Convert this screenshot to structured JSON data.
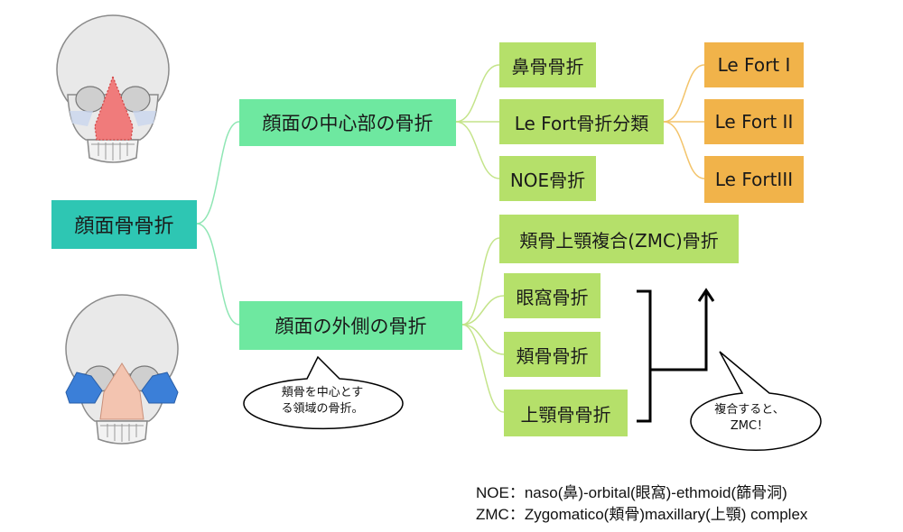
{
  "root": {
    "label": "顔面骨骨折"
  },
  "central": {
    "label": "顔面の中心部の骨折",
    "children": [
      "鼻骨骨折",
      "Le Fort骨折分類",
      "NOE骨折"
    ],
    "lefort": [
      "Le Fort I",
      "Le Fort II",
      "Le FortIII"
    ]
  },
  "lateral": {
    "label": "顔面の外側の骨折",
    "children": [
      "頬骨上顎複合(ZMC)骨折",
      "眼窩骨折",
      "頬骨骨折",
      "上顎骨骨折"
    ]
  },
  "bubbles": {
    "lateral_note_line1": "頬骨を中心とす",
    "lateral_note_line2": "る領域の骨折。",
    "zmc_note_line1": "複合すると、",
    "zmc_note_line2": "ZMC！"
  },
  "legend": {
    "noe": "NOE：naso(鼻)-orbital(眼窩)-ethmoid(篩骨洞)",
    "zmc": "ZMC：Zygomatico(頬骨)maxillary(上顎) complex"
  },
  "colors": {
    "root": "#2ec6b3",
    "level1": "#6ee8a0",
    "level2": "#b5e06a",
    "level3": "#f1b34a",
    "central_region": "#f07b7b",
    "lateral_region": "#3b7fd8"
  }
}
